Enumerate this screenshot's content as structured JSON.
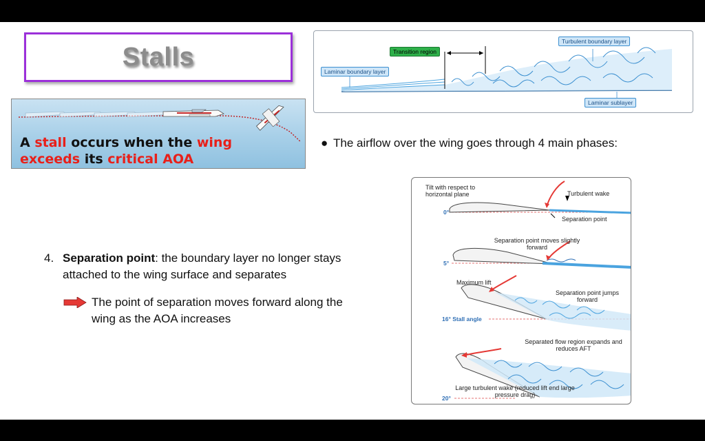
{
  "title": "Stalls",
  "banner": {
    "w1": "A",
    "w2": "stall",
    "w3": "occurs when the",
    "w4": "wing",
    "w5": "exceeds",
    "w6": "its",
    "w7": "critical AOA"
  },
  "boundary_figure": {
    "transition_label": "Transition region",
    "laminar_label": "Laminar boundary layer",
    "turbulent_label": "Turbulent boundary layer",
    "sublayer_label": "Laminar sublayer"
  },
  "bullet": "The airflow over the wing goes through 4 main phases:",
  "point4": {
    "number": "4.",
    "term": "Separation point",
    "text": ": the boundary layer no longer stays attached to the wing surface and separates"
  },
  "arrow_note": "The point of separation moves forward along the wing as the AOA increases",
  "phases_figure": {
    "tilt_label": "Tilt with respect to horizontal plane",
    "phase1": {
      "angle": "0°",
      "label_a": "Turbulent wake",
      "label_b": "Separation point"
    },
    "phase2": {
      "angle": "5°",
      "label": "Separation point moves slightly forward"
    },
    "phase3": {
      "angle": "16° Stall angle",
      "label_a": "Maximum lift",
      "label_b": "Separation point jumps forward"
    },
    "phase4": {
      "angle": "20°",
      "label_a": "Separated flow region expands and reduces AFT",
      "label_b": "Large turbulent wake (reduced lift end large pressure drag)"
    }
  },
  "colors": {
    "title_border": "#9b30d9",
    "emphasis_red": "#e8201a",
    "diagram_blue": "#3b8fd0"
  }
}
